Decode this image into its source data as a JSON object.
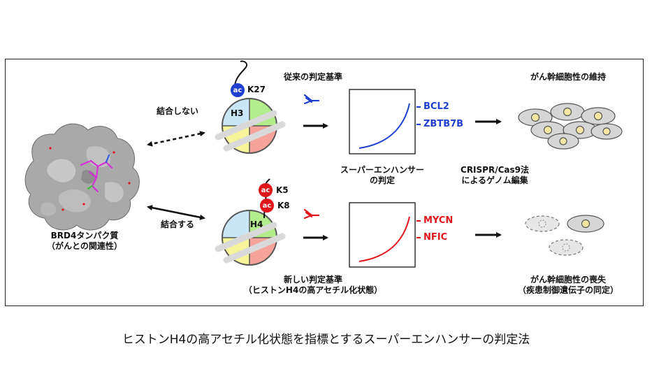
{
  "caption": "ヒストンH4の高アセチル化状態を指標とするスーパーエンハンサーの判定法",
  "protein": {
    "line1": "BRD4タンパク質",
    "line2": "（がんとの関連性）"
  },
  "top_row": {
    "binding": "結合しない",
    "mark_badge": "ac",
    "mark_site": "K27",
    "histone": "H3",
    "criterion": "従来の判定基準",
    "genes": [
      "BCL2",
      "ZBTB7B"
    ],
    "outcome": "がん幹細胞性の維持"
  },
  "bottom_row": {
    "binding": "結合する",
    "mark_badges": [
      "ac",
      "ac"
    ],
    "mark_sites": [
      "K5",
      "K8"
    ],
    "histone": "H4",
    "criterion": {
      "line1": "新しい判定基準",
      "line2": "（ヒストンH4の高アセチル化状態）"
    },
    "genes": [
      "MYCN",
      "NFIC"
    ],
    "outcome": {
      "line1": "がん幹細胞性の喪失",
      "line2": "（疾患制御遺伝子の同定）"
    }
  },
  "middle": {
    "super_enhancer": {
      "line1": "スーパーエンハンサー",
      "line2": "の判定"
    },
    "crispr": {
      "line1": "CRISPR/Cas9法",
      "line2": "によるゲノム編集"
    }
  },
  "colors": {
    "blue": "#1f3fd1",
    "red": "#e0141b",
    "nucleosome_blue": "#c9e6f7",
    "nucleosome_green": "#b2ec8c",
    "nucleosome_yellow": "#f6f59a",
    "nucleosome_red": "#f6a49b",
    "cell_fill": "#d6d6d6",
    "nucleus_fill": "#f7e7a6"
  }
}
